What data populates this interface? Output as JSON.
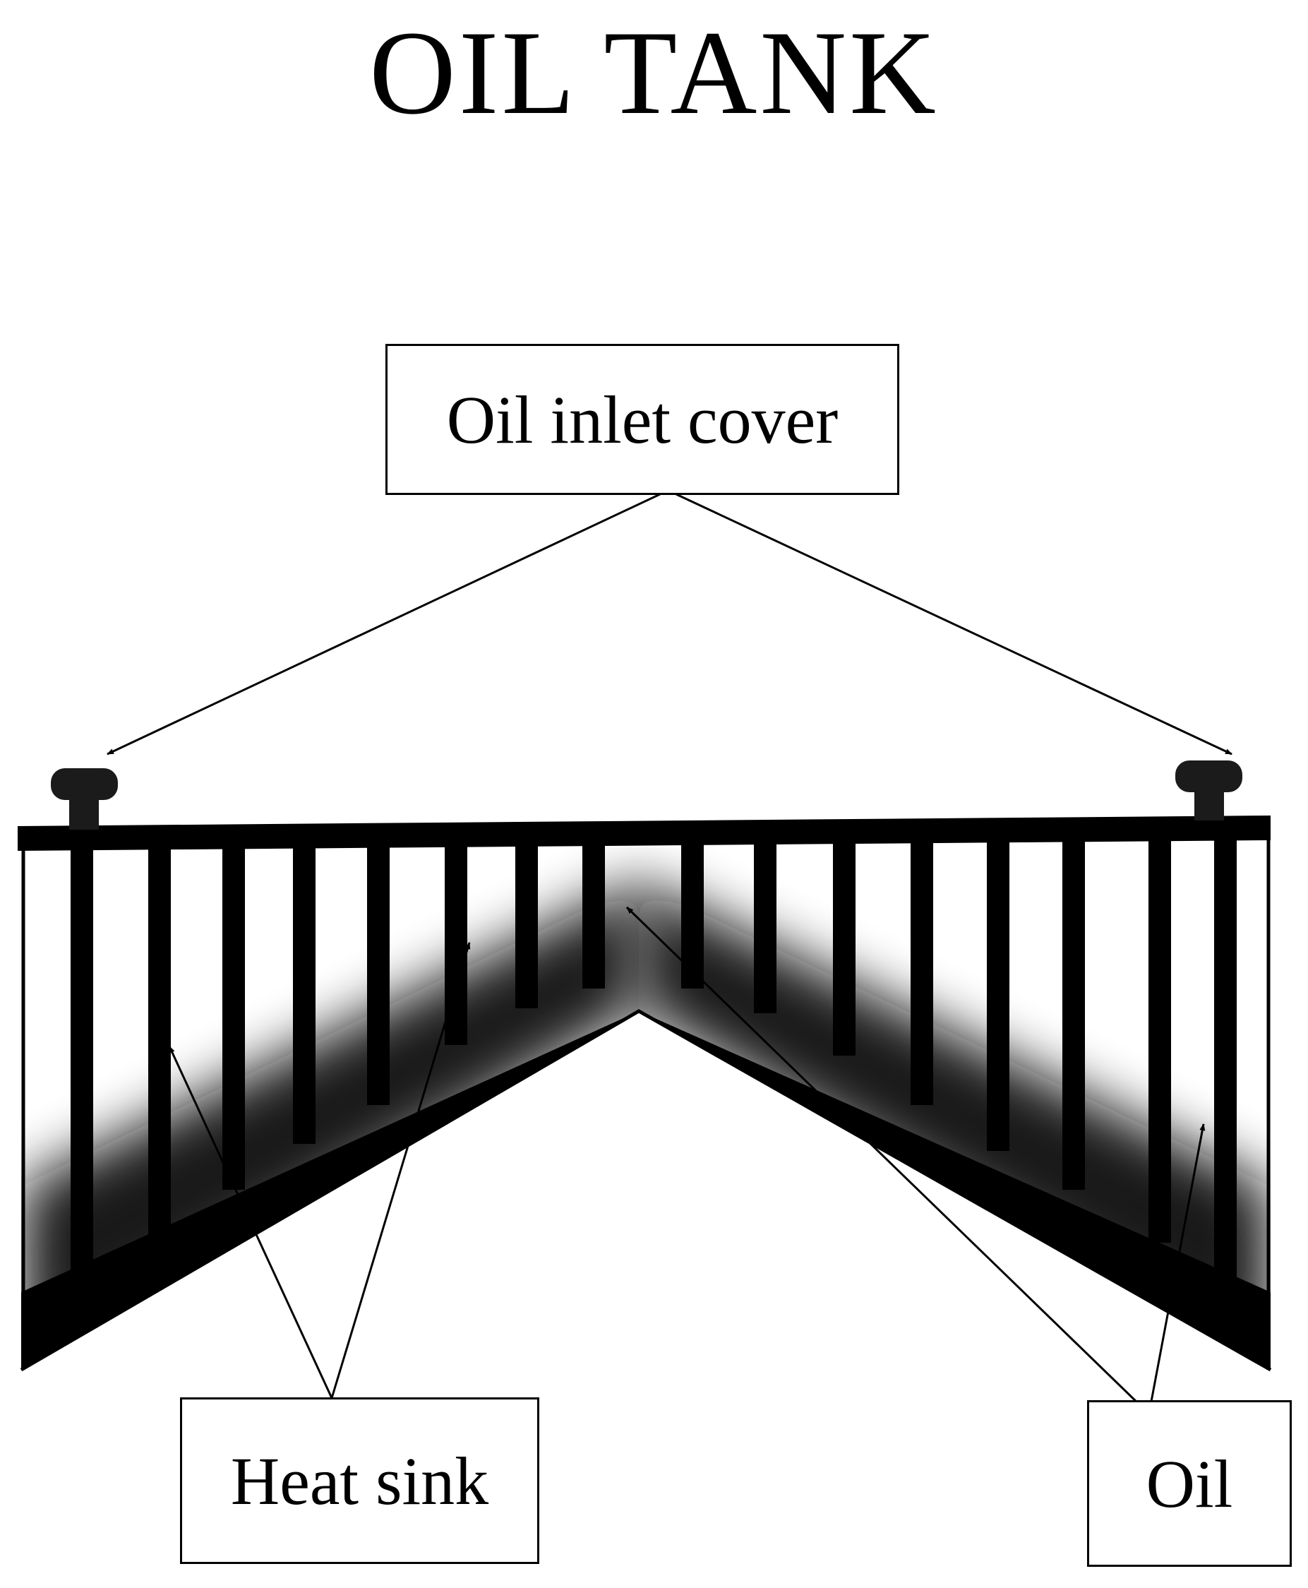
{
  "title": "OIL TANK",
  "labels": {
    "oil_inlet_cover": "Oil inlet cover",
    "heat_sink": "Heat sink",
    "oil": "Oil"
  },
  "colors": {
    "ink": "#000000",
    "background": "#ffffff",
    "oil_shading": "#111111"
  }
}
